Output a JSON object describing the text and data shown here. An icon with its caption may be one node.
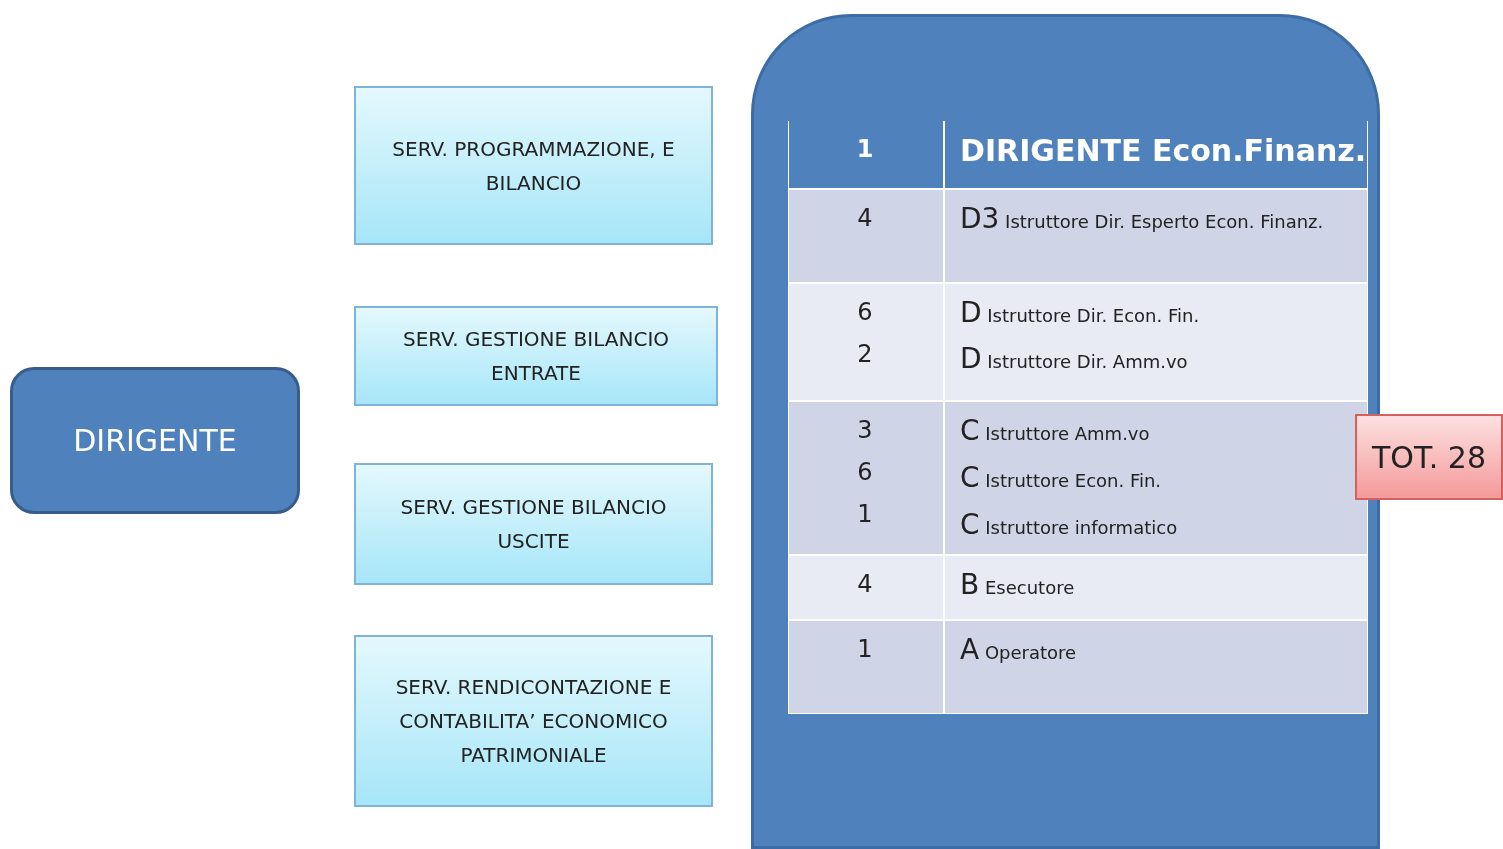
{
  "diagram": {
    "nodes": [
      {
        "text": [
          "DIRIGENTE"
        ]
      },
      {
        "text": [
          "SERV. PROGRAMMAZIONE, E BILANCIO"
        ]
      },
      {
        "text": [
          "SERV. GESTIONE BILANCIO ENTRATE"
        ]
      },
      {
        "text": [
          "SERV. GESTIONE BILANCIO USCITE"
        ]
      },
      {
        "text": [
          "SERV. RENDICONTAZIONE E CONTABILITA’ ECONOMICO PATRIMONIALE"
        ]
      },
      {
        "text": [],
        "shape": "box"
      },
      {
        "text": [
          "TOT. 28"
        ]
      }
    ],
    "edges": [],
    "labels": [
      "1",
      "DIRIGENTE Econ.Finanz.",
      "4",
      "D3 Istruttore Dir. Esperto Econ. Finanz.",
      "6",
      "2",
      "D Istruttore Dir. Econ. Fin.",
      "D Istruttore Dir. Amm.vo",
      "3",
      "6",
      "1",
      "C Istruttore Amm.vo",
      "C Istruttore Econ. Fin.",
      "C Istruttore informatico",
      "4",
      "B Esecutore",
      "1",
      "A Operatore"
    ]
  }
}
